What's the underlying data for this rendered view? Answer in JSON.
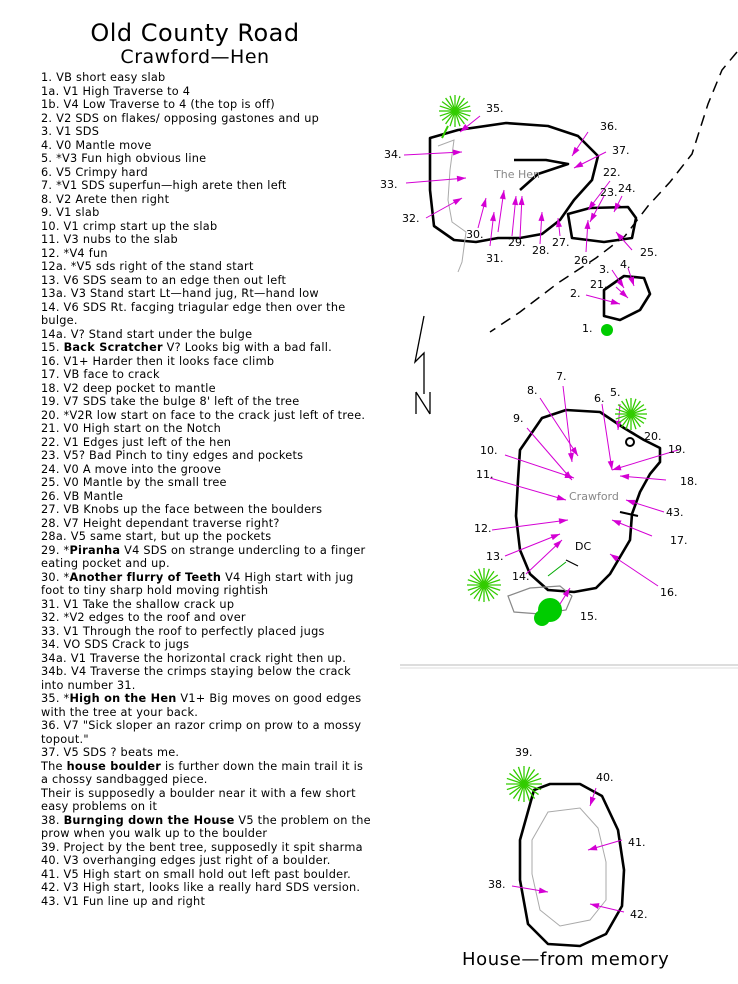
{
  "title": "Old County Road",
  "subtitle": "Crawford—Hen",
  "problems": [
    "1. VB short easy slab",
    "1a. V1 High Traverse to 4",
    "1b. V4 Low Traverse to 4 (the top is off)",
    "2. V2 SDS on flakes/ opposing gastones and up",
    "3. V1 SDS",
    "4. V0 Mantle move",
    "5. *V3 Fun high obvious line",
    "6. V5 Crimpy hard",
    "7. *V1 SDS superfun—high arete then left",
    "8. V2 Arete then right",
    "9. V1 slab",
    "10. V1 crimp start up the slab",
    "11. V3 nubs to the slab",
    "12. *V4 fun",
    "12a. *V5 sds right of the stand start",
    "13. V6 SDS seam to an edge then out left",
    "13a. V3 Stand start Lt—hand jug, Rt—hand low",
    "14. V6 SDS Rt. facging triagular edge then over the bulge.",
    "14a. V? Stand start under the bulge",
    "15. Back Scratcher V? Looks big with a bad fall.",
    "16. V1+ Harder then it looks face climb",
    "17. VB face to crack",
    "18. V2 deep pocket to mantle",
    "19. V7 SDS take the bulge 8' left of the tree",
    "20. *V2R low start on face to the crack just left of tree.",
    "21. V0 High start on the Notch",
    "22. V1 Edges just left of the hen",
    "23. V5? Bad Pinch to tiny edges and pockets",
    "24. V0 A move into the groove",
    "25. V0 Mantle by the small tree",
    "26. VB Mantle",
    "27. VB Knobs up the face between the boulders",
    "28. V7 Height dependant traverse right?",
    "28a. V5 same start, but up the pockets",
    "29. *Piranha V4 SDS on strange undercling to a finger eating pocket and up.",
    "30. *Another flurry of Teeth V4 High start with jug foot to tiny sharp hold moving rightish",
    "31. V1 Take the shallow crack up",
    "32. *V2 edges to the roof and over",
    "33. V1 Through the roof to perfectly placed jugs",
    "34. VO SDS Crack to jugs",
    "34a. V1 Traverse the horizontal crack right then up.",
    "34b. V4 Traverse the crimps staying below the crack into number 31.",
    "35. *High on the Hen V1+ Big moves on good edges with the tree at your back.",
    "36. V7 \"Sick sloper an razor crimp on prow to a mossy topout.\"",
    "37. V5 SDS ? beats me.",
    "The house boulder is further down the main trail it is a chossy sandbagged piece.",
    "Their is supposedly a boulder near it with a few short easy problems on it",
    "38. Burnging down the House V5 the problem on the prow when you walk up to the boulder",
    "39. Project by the bent tree, supposedly it spit sharma",
    "40. V3 overhanging edges just right of a boulder.",
    "41. V5 High start on small hold out left past boulder.",
    "42. V3 High start, looks like a really hard SDS version.",
    "43. V1 Fun line up and right"
  ],
  "bold_phrases": [
    "Back Scratcher",
    "Piranha",
    "Another flurry of Teeth",
    "High on the Hen",
    "house boulder",
    "Burnging down the House"
  ],
  "boulder_names": {
    "hen": "The Hen",
    "crawford": "Crawford",
    "dc": "DC"
  },
  "north_label": "N",
  "house_caption": "House—from memory",
  "hen_numbers": [
    "35.",
    "36.",
    "37.",
    "34.",
    "33.",
    "32.",
    "22.",
    "23.",
    "24.",
    "30.",
    "29.",
    "28.",
    "27.",
    "26.",
    "25.",
    "31.",
    "3.",
    "4.",
    "21.",
    "2.",
    "1."
  ],
  "crawford_numbers": [
    "7.",
    "8.",
    "5.",
    "6.",
    "9.",
    "20.",
    "19.",
    "10.",
    "18.",
    "11.",
    "43.",
    "12.",
    "17.",
    "13.",
    "14.",
    "16.",
    "15."
  ],
  "house_numbers": [
    "39.",
    "40.",
    "41.",
    "38.",
    "42."
  ],
  "colors": {
    "route_arrow": "#d400d4",
    "tree": "#33cc00",
    "bush": "#00cc00",
    "rock": "#000000",
    "inner_line": "#aaaaaa"
  }
}
